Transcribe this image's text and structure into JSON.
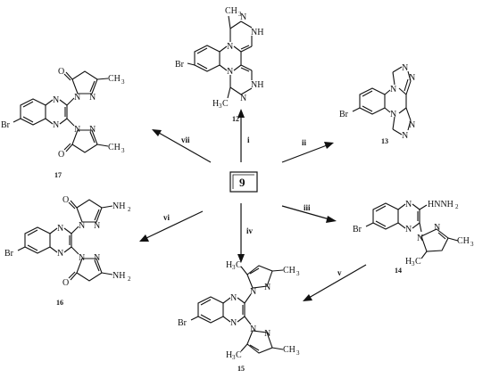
{
  "hub": {
    "label": "9"
  },
  "steps": [
    {
      "id": "i",
      "label": "i"
    },
    {
      "id": "ii",
      "label": "ii"
    },
    {
      "id": "iii",
      "label": "iii"
    },
    {
      "id": "iv",
      "label": "iv"
    },
    {
      "id": "v",
      "label": "v"
    },
    {
      "id": "vi",
      "label": "vi"
    },
    {
      "id": "vii",
      "label": "vii"
    }
  ],
  "compounds": {
    "c12": {
      "number": "12",
      "atoms": {
        "br": "Br",
        "n": "N",
        "nh": "NH",
        "ch3": "CH",
        "h3c": "H"
      }
    },
    "c13": {
      "number": "13",
      "atoms": {
        "br": "Br",
        "n": "N"
      }
    },
    "c14": {
      "number": "14",
      "atoms": {
        "br": "Br",
        "n": "N",
        "nhnh2": "HNNH",
        "ch3": "CH",
        "h3c": "H"
      }
    },
    "c15": {
      "number": "15",
      "atoms": {
        "br": "Br",
        "n": "N",
        "ch3": "CH",
        "h3c": "H"
      }
    },
    "c16": {
      "number": "16",
      "atoms": {
        "br": "Br",
        "n": "N",
        "o": "O",
        "nh2": "NH"
      }
    },
    "c17": {
      "number": "17",
      "atoms": {
        "br": "Br",
        "n": "N",
        "o": "O",
        "ch3": "CH"
      }
    }
  },
  "subscripts": {
    "two": "2",
    "three": "3"
  }
}
